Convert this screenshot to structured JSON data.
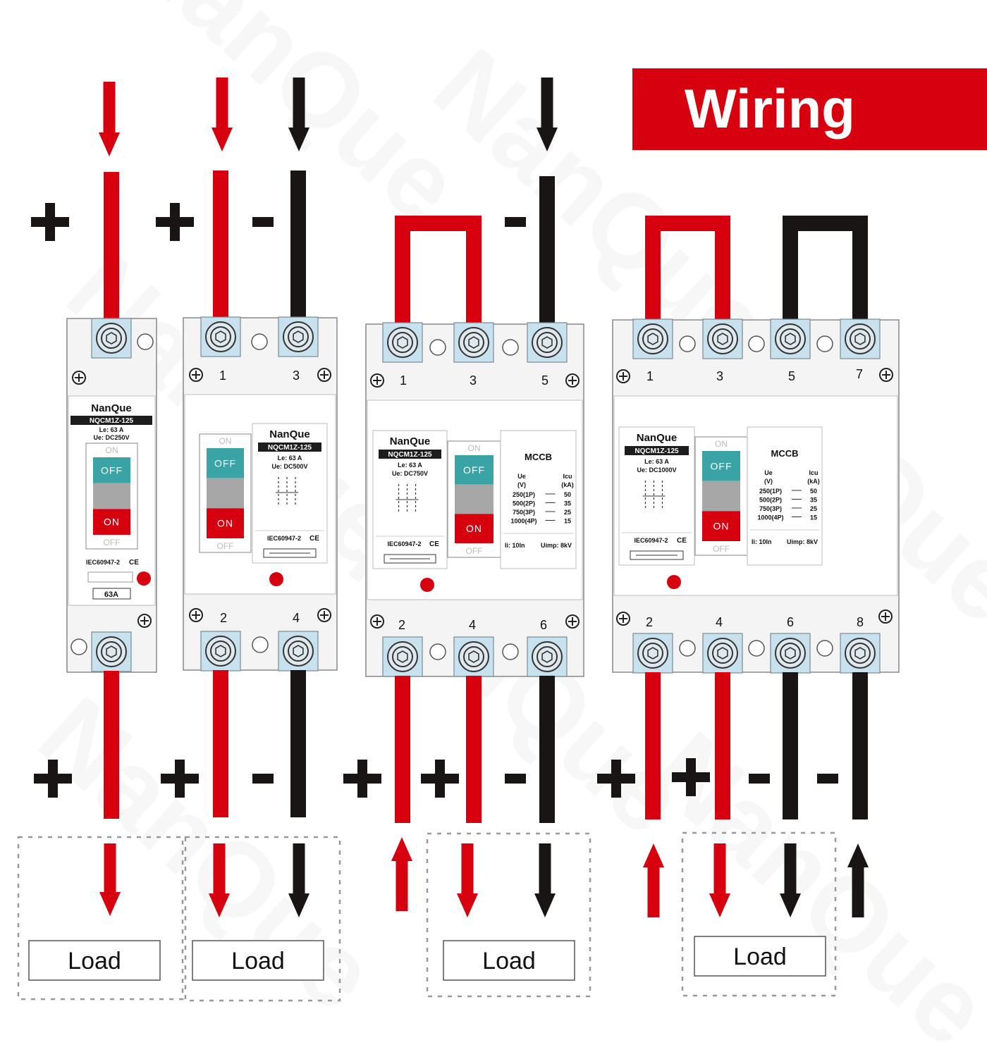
{
  "banner": {
    "title": "Wiring",
    "color": "#d7000f"
  },
  "colors": {
    "red": "#d7000f",
    "black": "#1a1515",
    "teal": "#3aa3a6",
    "grey": "#a7a7a7",
    "lightblue": "#c7e2ee"
  },
  "watermark": {
    "text": "NanQue"
  },
  "sign_plus": "+",
  "sign_minus": "-",
  "load_label": "Load",
  "breakers": [
    {
      "brand": "NanQue",
      "model": "NQCM1Z-125",
      "rating": "Le: 63 A",
      "voltage": "Ue: DC250V",
      "on": "ON",
      "off": "OFF",
      "standard": "IEC60947-2",
      "marks": "CE",
      "amp_box": "63A",
      "top_terminals": [],
      "bottom_terminals": []
    },
    {
      "brand": "NanQue",
      "model": "NQCM1Z-125",
      "rating": "Le: 63 A",
      "voltage": "Ue: DC500V",
      "on": "ON",
      "off": "OFF",
      "standard": "IEC60947-2",
      "marks": "CE",
      "top_terminals": [
        "1",
        "3"
      ],
      "bottom_terminals": [
        "2",
        "4"
      ]
    },
    {
      "brand": "NanQue",
      "model": "NQCM1Z-125",
      "rating": "Le: 63 A",
      "voltage": "Ue: DC750V",
      "on": "ON",
      "off": "OFF",
      "standard": "IEC60947-2",
      "marks": "CE",
      "top_terminals": [
        "1",
        "3",
        "5"
      ],
      "bottom_terminals": [
        "2",
        "4",
        "6"
      ],
      "spec": {
        "title": "MCCB",
        "col1": "Ue",
        "col1_unit": "(V)",
        "col2": "Icu",
        "col2_unit": "(kA)",
        "rows": [
          [
            "250(1P)",
            "50"
          ],
          [
            "500(2P)",
            "35"
          ],
          [
            "750(3P)",
            "25"
          ],
          [
            "1000(4P)",
            "15"
          ]
        ],
        "footer_left": "Ii: 10In",
        "footer_right": "Uimp: 8kV"
      }
    },
    {
      "brand": "NanQue",
      "model": "NQCM1Z-125",
      "rating": "Le: 63 A",
      "voltage": "Ue: DC1000V",
      "on": "ON",
      "off": "OFF",
      "standard": "IEC60947-2",
      "marks": "CE",
      "top_terminals": [
        "1",
        "3",
        "5",
        "7"
      ],
      "bottom_terminals": [
        "2",
        "4",
        "6",
        "8"
      ],
      "spec": {
        "title": "MCCB",
        "col1": "Ue",
        "col1_unit": "(V)",
        "col2": "Icu",
        "col2_unit": "(kA)",
        "rows": [
          [
            "250(1P)",
            "50"
          ],
          [
            "500(2P)",
            "35"
          ],
          [
            "750(3P)",
            "25"
          ],
          [
            "1000(4P)",
            "15"
          ]
        ],
        "footer_left": "Ii: 10In",
        "footer_right": "Uimp: 8kV"
      }
    }
  ]
}
